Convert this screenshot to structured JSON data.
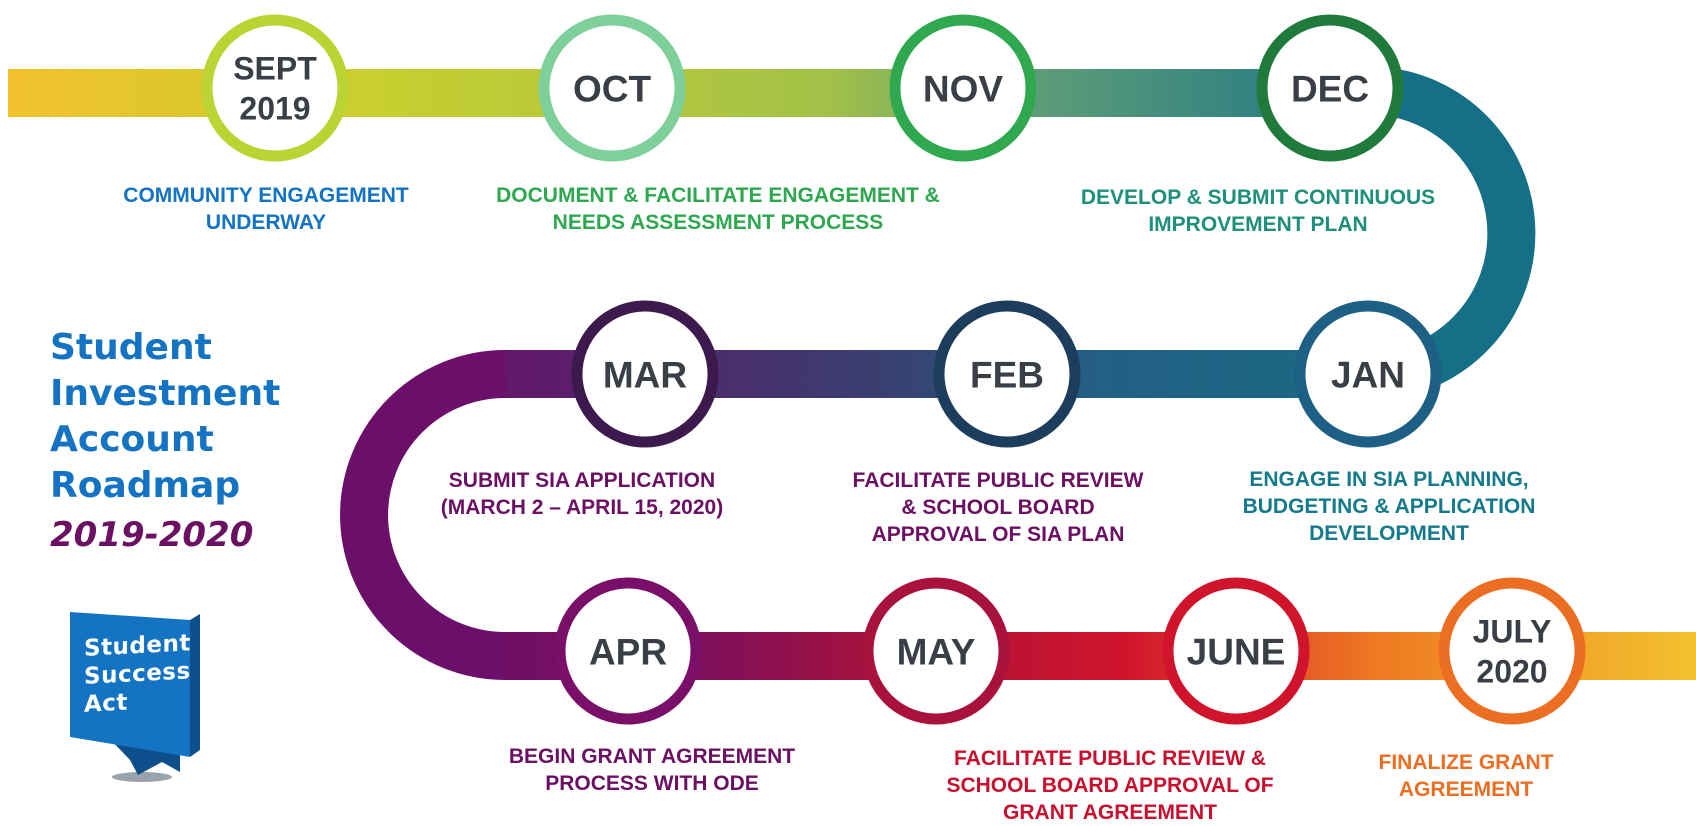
{
  "title": {
    "lines": [
      "Student",
      "Investment",
      "Account",
      "Roadmap"
    ],
    "year": "2019-2020"
  },
  "logo": {
    "lines": [
      "Student",
      "Success",
      "Act"
    ]
  },
  "milestones": [
    {
      "name": "sept",
      "month_lines": [
        "SEPT",
        "2019"
      ],
      "ring_color": "#bcd433",
      "caption_lines": [
        "COMMUNITY ENGAGEMENT",
        "UNDERWAY"
      ],
      "caption_color": "#1473c2"
    },
    {
      "name": "oct",
      "month_lines": [
        "OCT"
      ],
      "ring_color": "#7fcf9a",
      "caption_lines": [
        "DOCUMENT & FACILITATE ENGAGEMENT &",
        "NEEDS ASSESSMENT PROCESS"
      ],
      "caption_color": "#2ea84f"
    },
    {
      "name": "nov",
      "month_lines": [
        "NOV"
      ],
      "ring_color": "#2fa84f",
      "caption_lines": [],
      "caption_color": "#2ea84f"
    },
    {
      "name": "dec",
      "month_lines": [
        "DEC"
      ],
      "ring_color": "#1f7a3c",
      "caption_lines": [
        "DEVELOP & SUBMIT CONTINUOUS",
        "IMPROVEMENT PLAN"
      ],
      "caption_color": "#1d8f7a"
    },
    {
      "name": "jan",
      "month_lines": [
        "JAN"
      ],
      "ring_color": "#1e5f86",
      "caption_lines": [
        "ENGAGE IN SIA PLANNING,",
        "BUDGETING & APPLICATION",
        "DEVELOPMENT"
      ],
      "caption_color": "#157a8c"
    },
    {
      "name": "feb",
      "month_lines": [
        "FEB"
      ],
      "ring_color": "#1d3d5c",
      "caption_lines": [
        "FACILITATE PUBLIC REVIEW",
        "& SCHOOL BOARD",
        "APPROVAL OF SIA PLAN"
      ],
      "caption_color": "#6b1063"
    },
    {
      "name": "mar",
      "month_lines": [
        "MAR"
      ],
      "ring_color": "#3d1a4e",
      "caption_lines": [
        "SUBMIT SIA APPLICATION",
        "(MARCH 2 – APRIL 15, 2020)"
      ],
      "caption_color": "#6b1063"
    },
    {
      "name": "apr",
      "month_lines": [
        "APR"
      ],
      "ring_color": "#7a0f6a",
      "caption_lines": [
        "BEGIN GRANT AGREEMENT",
        "PROCESS WITH ODE"
      ],
      "caption_color": "#6b1063"
    },
    {
      "name": "may",
      "month_lines": [
        "MAY"
      ],
      "ring_color": "#a8123c",
      "caption_lines": [
        "FACILITATE PUBLIC REVIEW &",
        "SCHOOL BOARD APPROVAL OF",
        "GRANT AGREEMENT"
      ],
      "caption_color": "#c8102e"
    },
    {
      "name": "june",
      "month_lines": [
        "JUNE"
      ],
      "ring_color": "#d0142c",
      "caption_lines": [],
      "caption_color": "#c8102e"
    },
    {
      "name": "july",
      "month_lines": [
        "JULY",
        "2020"
      ],
      "ring_color": "#ec6e23",
      "caption_lines": [
        "FINALIZE GRANT",
        "AGREEMENT"
      ],
      "caption_color": "#ec6e23"
    }
  ],
  "colors": {
    "title": "#1473c2",
    "year": "#6b1063",
    "month_text": "#3a3f45",
    "logo_blue": "#1473c2",
    "logo_dark": "#0d4f8a",
    "track_start": "#f2c12e",
    "track_teal": "#156f86",
    "track_purple": "#6b0f6a",
    "track_red": "#d0142c",
    "track_end": "#f2c12e"
  }
}
